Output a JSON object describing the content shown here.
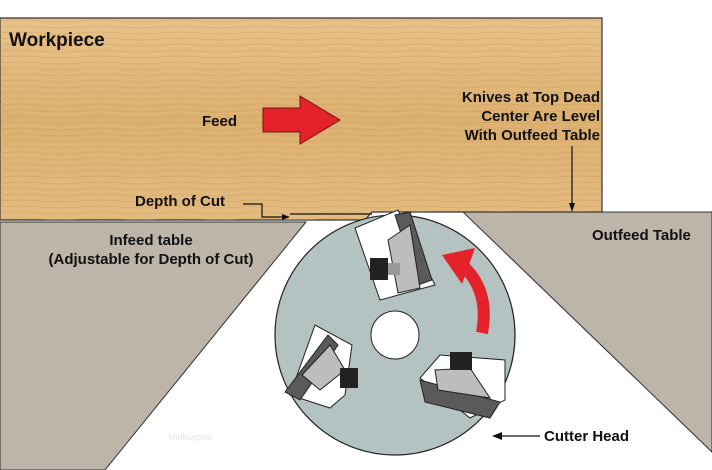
{
  "labels": {
    "workpiece": "Workpiece",
    "feed": "Feed",
    "knives_line1": "Knives at Top Dead",
    "knives_line2": "Center Are Level",
    "knives_line3": "With Outfeed Table",
    "depth_of_cut": "Depth of Cut",
    "infeed_line1": "Infeed table",
    "infeed_line2": "(Adjustable for Depth of Cut)",
    "outfeed": "Outfeed Table",
    "cutter_head": "Cutter Head",
    "watermark": "Mellowpine"
  },
  "colors": {
    "wood": "#e2b878",
    "table": "#bdb4aa",
    "cutter": "#b4c2c2",
    "arrow": "#e3222a"
  }
}
